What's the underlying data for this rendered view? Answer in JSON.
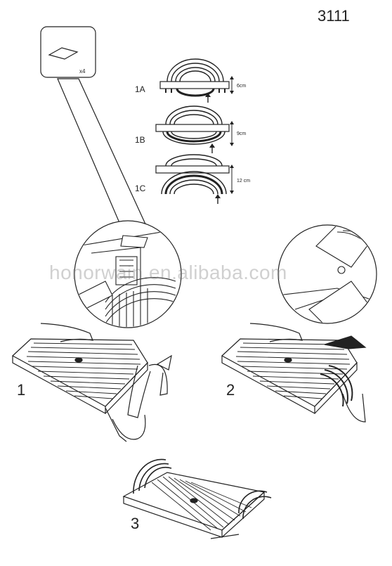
{
  "model_number": "3111",
  "pad": {
    "quantity": "x4"
  },
  "settings": [
    {
      "label": "1A",
      "height": "6cm"
    },
    {
      "label": "1B",
      "height": "9cm"
    },
    {
      "label": "1C",
      "height": "12 cm"
    }
  ],
  "steps": [
    "1",
    "2",
    "3"
  ],
  "watermark": "honorwain.en.alibaba.com",
  "colors": {
    "line": "#222222",
    "paper": "#ffffff",
    "watermark": "#9a9a9a"
  }
}
